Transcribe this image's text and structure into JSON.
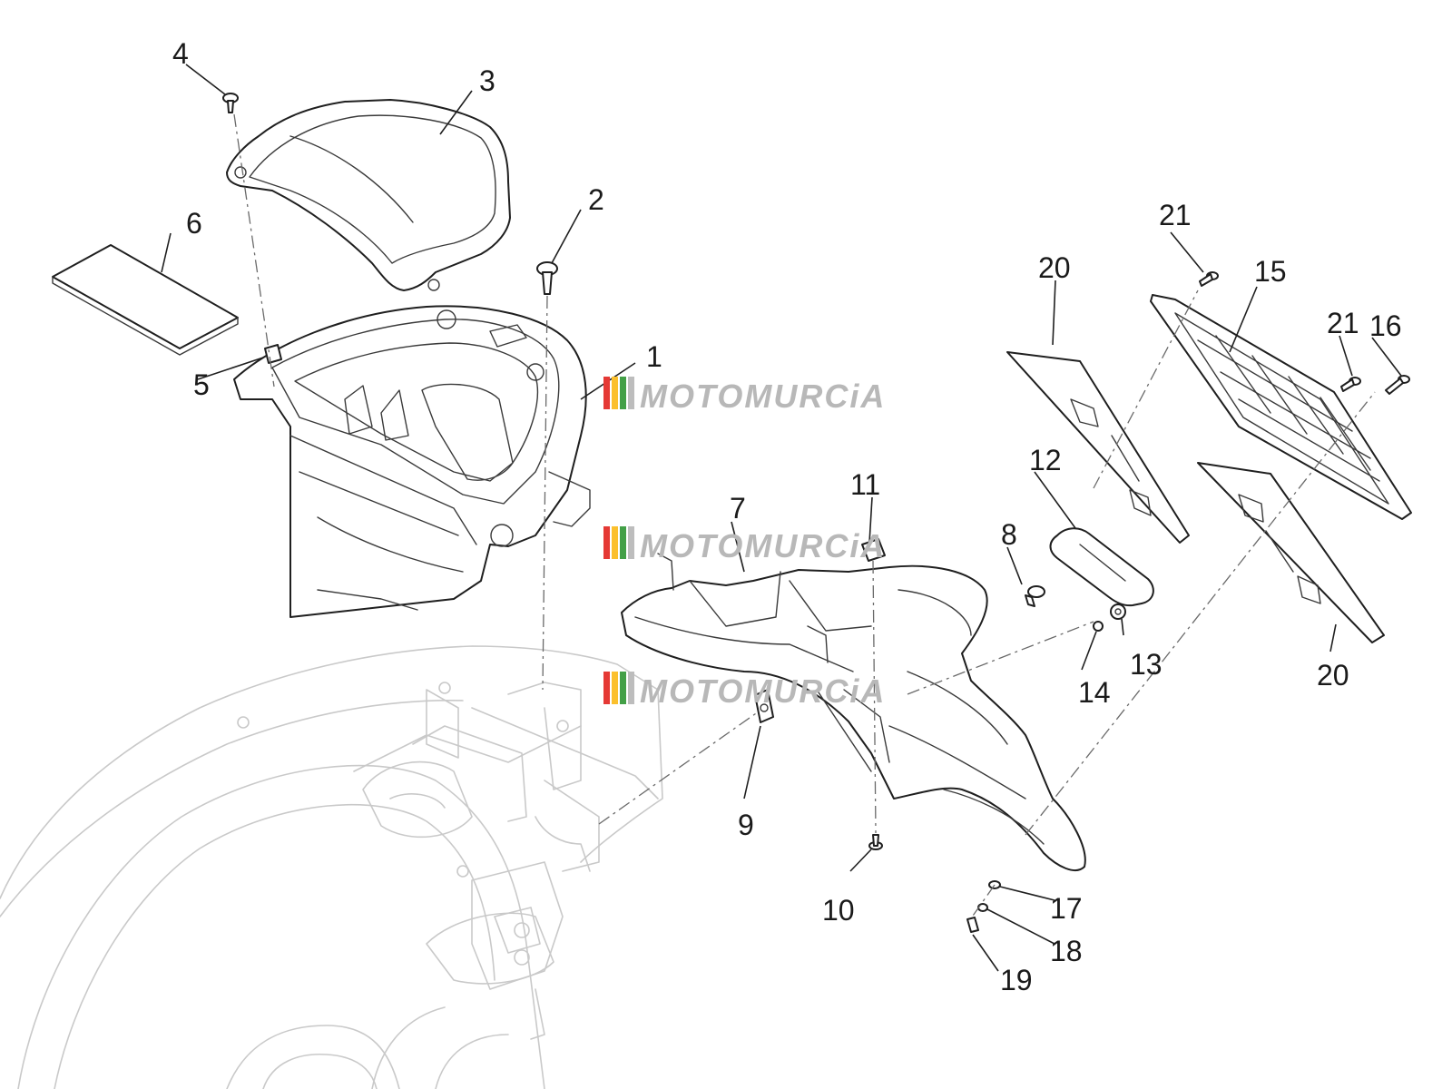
{
  "callouts": [
    {
      "id": "1",
      "text": "1"
    },
    {
      "id": "2",
      "text": "2"
    },
    {
      "id": "3",
      "text": "3"
    },
    {
      "id": "4",
      "text": "4"
    },
    {
      "id": "5",
      "text": "5"
    },
    {
      "id": "6",
      "text": "6"
    },
    {
      "id": "7",
      "text": "7"
    },
    {
      "id": "8",
      "text": "8"
    },
    {
      "id": "9",
      "text": "9"
    },
    {
      "id": "10",
      "text": "10"
    },
    {
      "id": "11",
      "text": "11"
    },
    {
      "id": "12",
      "text": "12"
    },
    {
      "id": "13",
      "text": "13"
    },
    {
      "id": "14",
      "text": "14"
    },
    {
      "id": "15",
      "text": "15"
    },
    {
      "id": "16",
      "text": "16"
    },
    {
      "id": "17",
      "text": "17"
    },
    {
      "id": "18",
      "text": "18"
    },
    {
      "id": "19",
      "text": "19"
    },
    {
      "id": "20a",
      "text": "20"
    },
    {
      "id": "20b",
      "text": "20"
    },
    {
      "id": "21a",
      "text": "21"
    },
    {
      "id": "21b",
      "text": "21"
    }
  ],
  "watermark": {
    "text": "MOTOMURCiA",
    "text_color": "#b8b8b8",
    "stripe_colors": [
      "#e53935",
      "#fbc02d",
      "#43a047",
      "#bdbdbd"
    ]
  },
  "colors": {
    "line": "#1f1f1f",
    "frame_line": "#c9c9c9",
    "background": "#ffffff"
  }
}
